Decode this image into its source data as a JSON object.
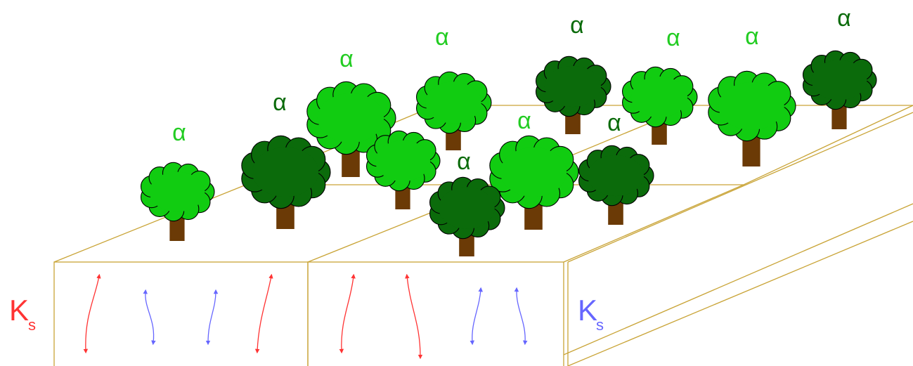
{
  "labels": {
    "alpha": "α",
    "k_main": "K",
    "k_sub": "s"
  },
  "colors": {
    "edge": "#c9a437",
    "light_green": "#11cc11",
    "dark_green": "#0b6b0b",
    "trunk": "#6b3a06",
    "red": "#ff3333",
    "blue": "#6666ff",
    "alpha_light": "#22cc22",
    "alpha_dark": "#0b6b0b"
  }
}
